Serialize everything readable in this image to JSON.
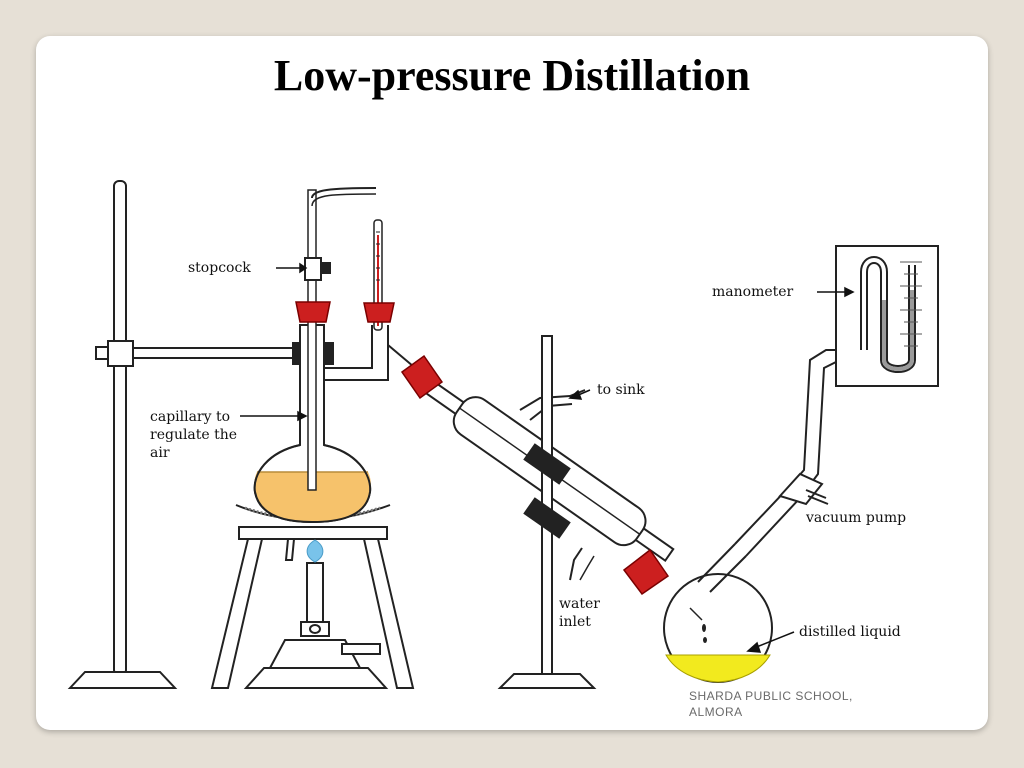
{
  "slide": {
    "title": "Low-pressure Distillation",
    "footer_line1": "SHARDA PUBLIC SCHOOL,",
    "footer_line2": "ALMORA"
  },
  "labels": {
    "stopcock": "stopcock",
    "capillary_1": "capillary to",
    "capillary_2": "regulate the",
    "capillary_3": "air",
    "to_sink": "to sink",
    "water_inlet_1": "water",
    "water_inlet_2": "inlet",
    "manometer": "manometer",
    "vacuum_pump": "vacuum pump",
    "distilled_liquid": "distilled liquid"
  },
  "colors": {
    "background": "#e6e0d6",
    "card": "#ffffff",
    "stopper_red": "#cc1f1f",
    "flask_liquid": "#f6c26b",
    "distillate": "#f2ea1e",
    "flame": "#79c3ea"
  }
}
